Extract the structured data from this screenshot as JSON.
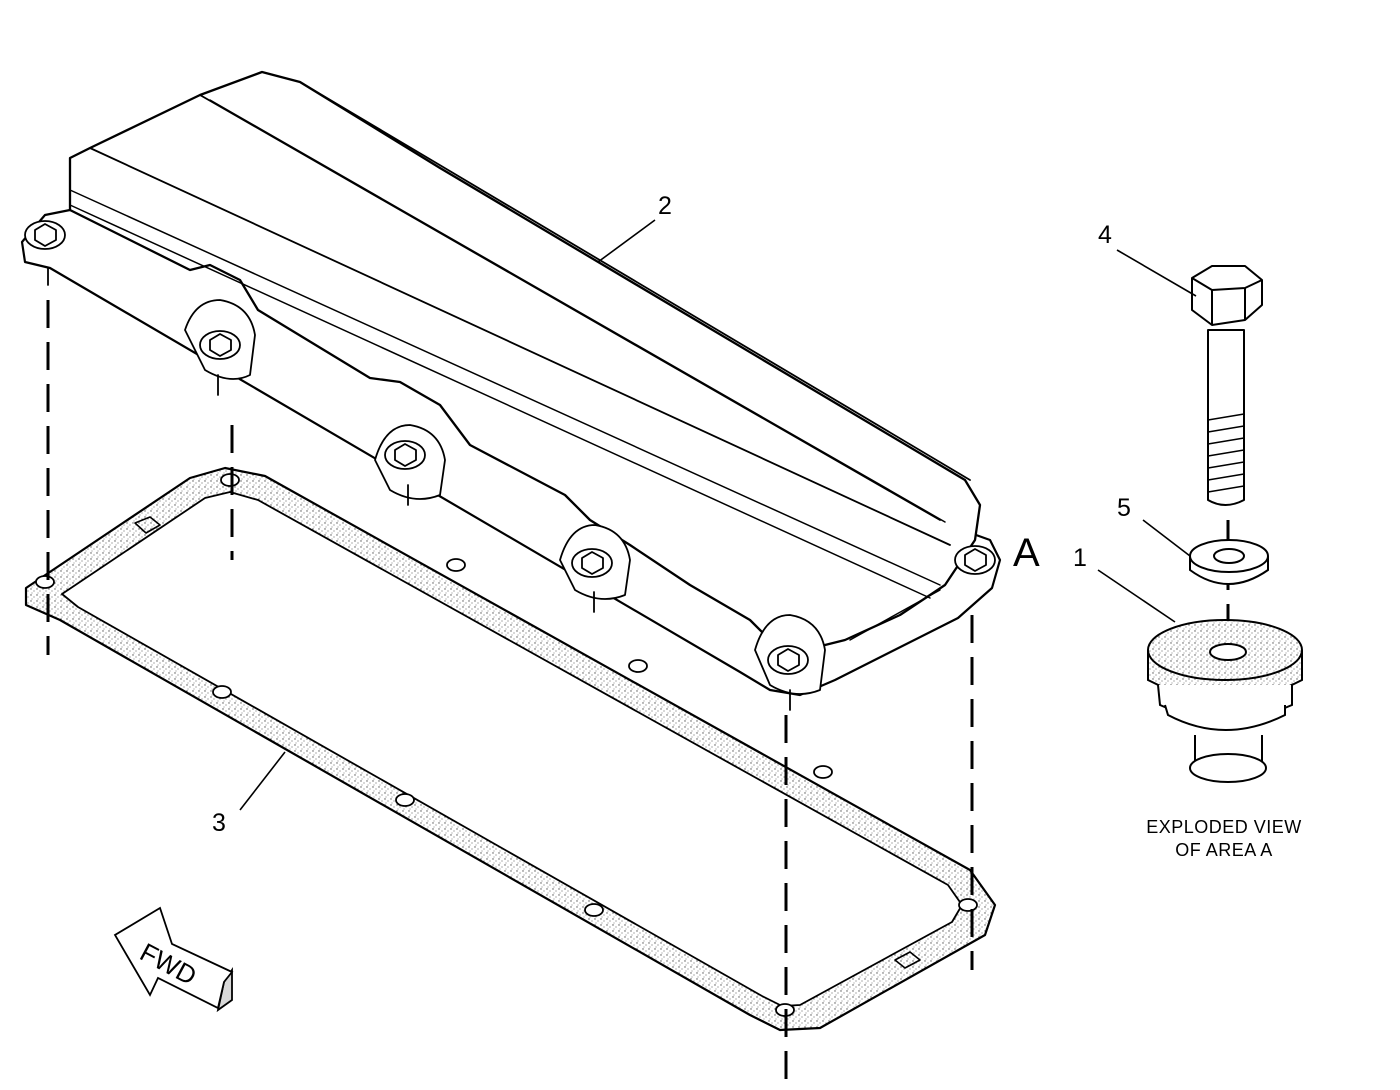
{
  "callouts": {
    "c1": "1",
    "c2": "2",
    "c3": "3",
    "c4": "4",
    "c5": "5"
  },
  "area_label": "A",
  "caption": {
    "line1": "EXPLODED VIEW",
    "line2": "OF AREA A"
  },
  "direction_label": "FWD",
  "colors": {
    "line": "#000000",
    "background": "#ffffff",
    "gasket_fill": "#e9e9e9"
  }
}
